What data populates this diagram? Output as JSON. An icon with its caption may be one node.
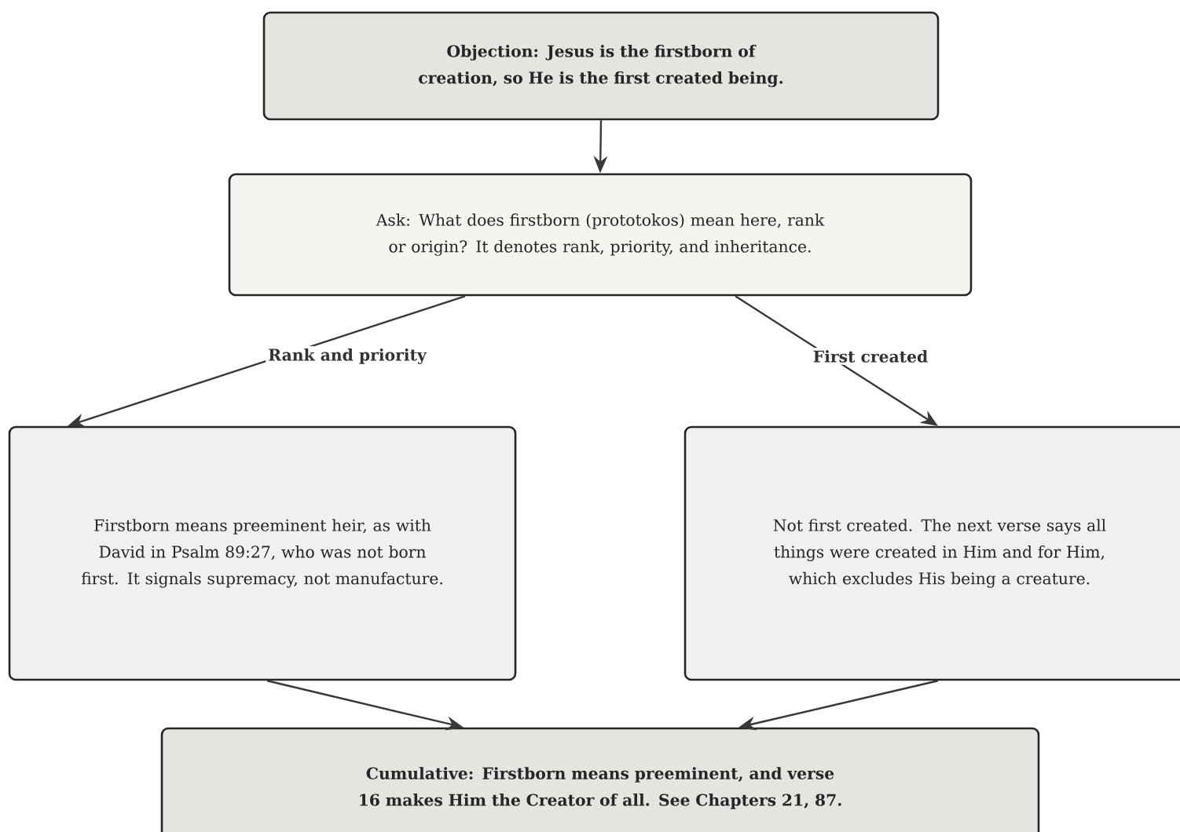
{
  "diagram": {
    "nodes": [
      {
        "text": [
          "Objection: Jesus is the firstborn of creation, so He is the first created being."
        ]
      },
      {
        "text": [
          "Ask: What does firstborn (prototokos) mean here, rank or origin? It denotes rank, priority, and inheritance."
        ]
      },
      {
        "text": [
          "Firstborn means preeminent heir, as with David in Psalm 89:27, who was not born first. It signals supremacy, not manufacture."
        ]
      },
      {
        "text": [
          "Not first created. The next verse says all things were created in Him and for Him, which excludes His being a creature."
        ]
      },
      {
        "text": [
          "Cumulative: Firstborn means preeminent, and verse 16 makes Him the Creator of all. See Chapters 21, 87."
        ]
      }
    ],
    "edges": [
      {
        "from": 0,
        "to": 1,
        "arrow": "to"
      },
      {
        "from": 1,
        "to": 2,
        "arrow": "to",
        "label": "Rank and priority"
      },
      {
        "from": 1,
        "to": 3,
        "arrow": "to",
        "label": "First created"
      },
      {
        "from": 2,
        "to": 4,
        "arrow": "to"
      },
      {
        "from": 3,
        "to": 4,
        "arrow": "to"
      }
    ]
  }
}
